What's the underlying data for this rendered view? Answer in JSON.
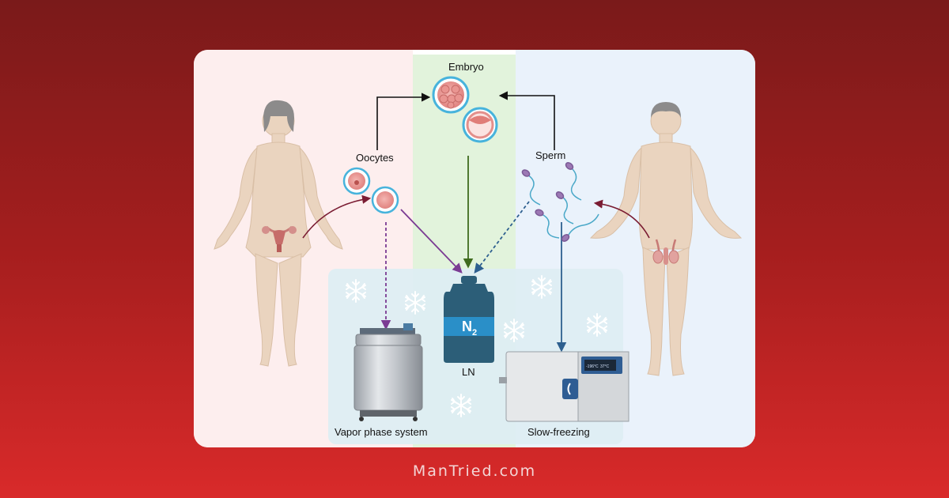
{
  "diagram": {
    "labels": {
      "embryo": "Embryo",
      "oocytes": "Oocytes",
      "sperm": "Sperm",
      "ln": "LN",
      "n2": "N",
      "n2_sub": "2",
      "vapor": "Vapor phase system",
      "slow": "Slow-freezing"
    },
    "freezer_display": [
      "-196°C",
      "37°C"
    ],
    "colors": {
      "female_panel": "#fdeeee",
      "male_panel": "#eaf2fb",
      "embryo_panel": "#e2f3dc",
      "storage_panel": "#ddeef3",
      "tank": "#2c5e78",
      "tank_band": "#2a8fc8",
      "arrow_female": "#7a1c32",
      "arrow_oocyte": "#7b3b93",
      "arrow_embryo": "#3f6b1e",
      "arrow_sperm": "#2d5f8f"
    }
  },
  "footer": {
    "brand": "ManTried.com"
  }
}
